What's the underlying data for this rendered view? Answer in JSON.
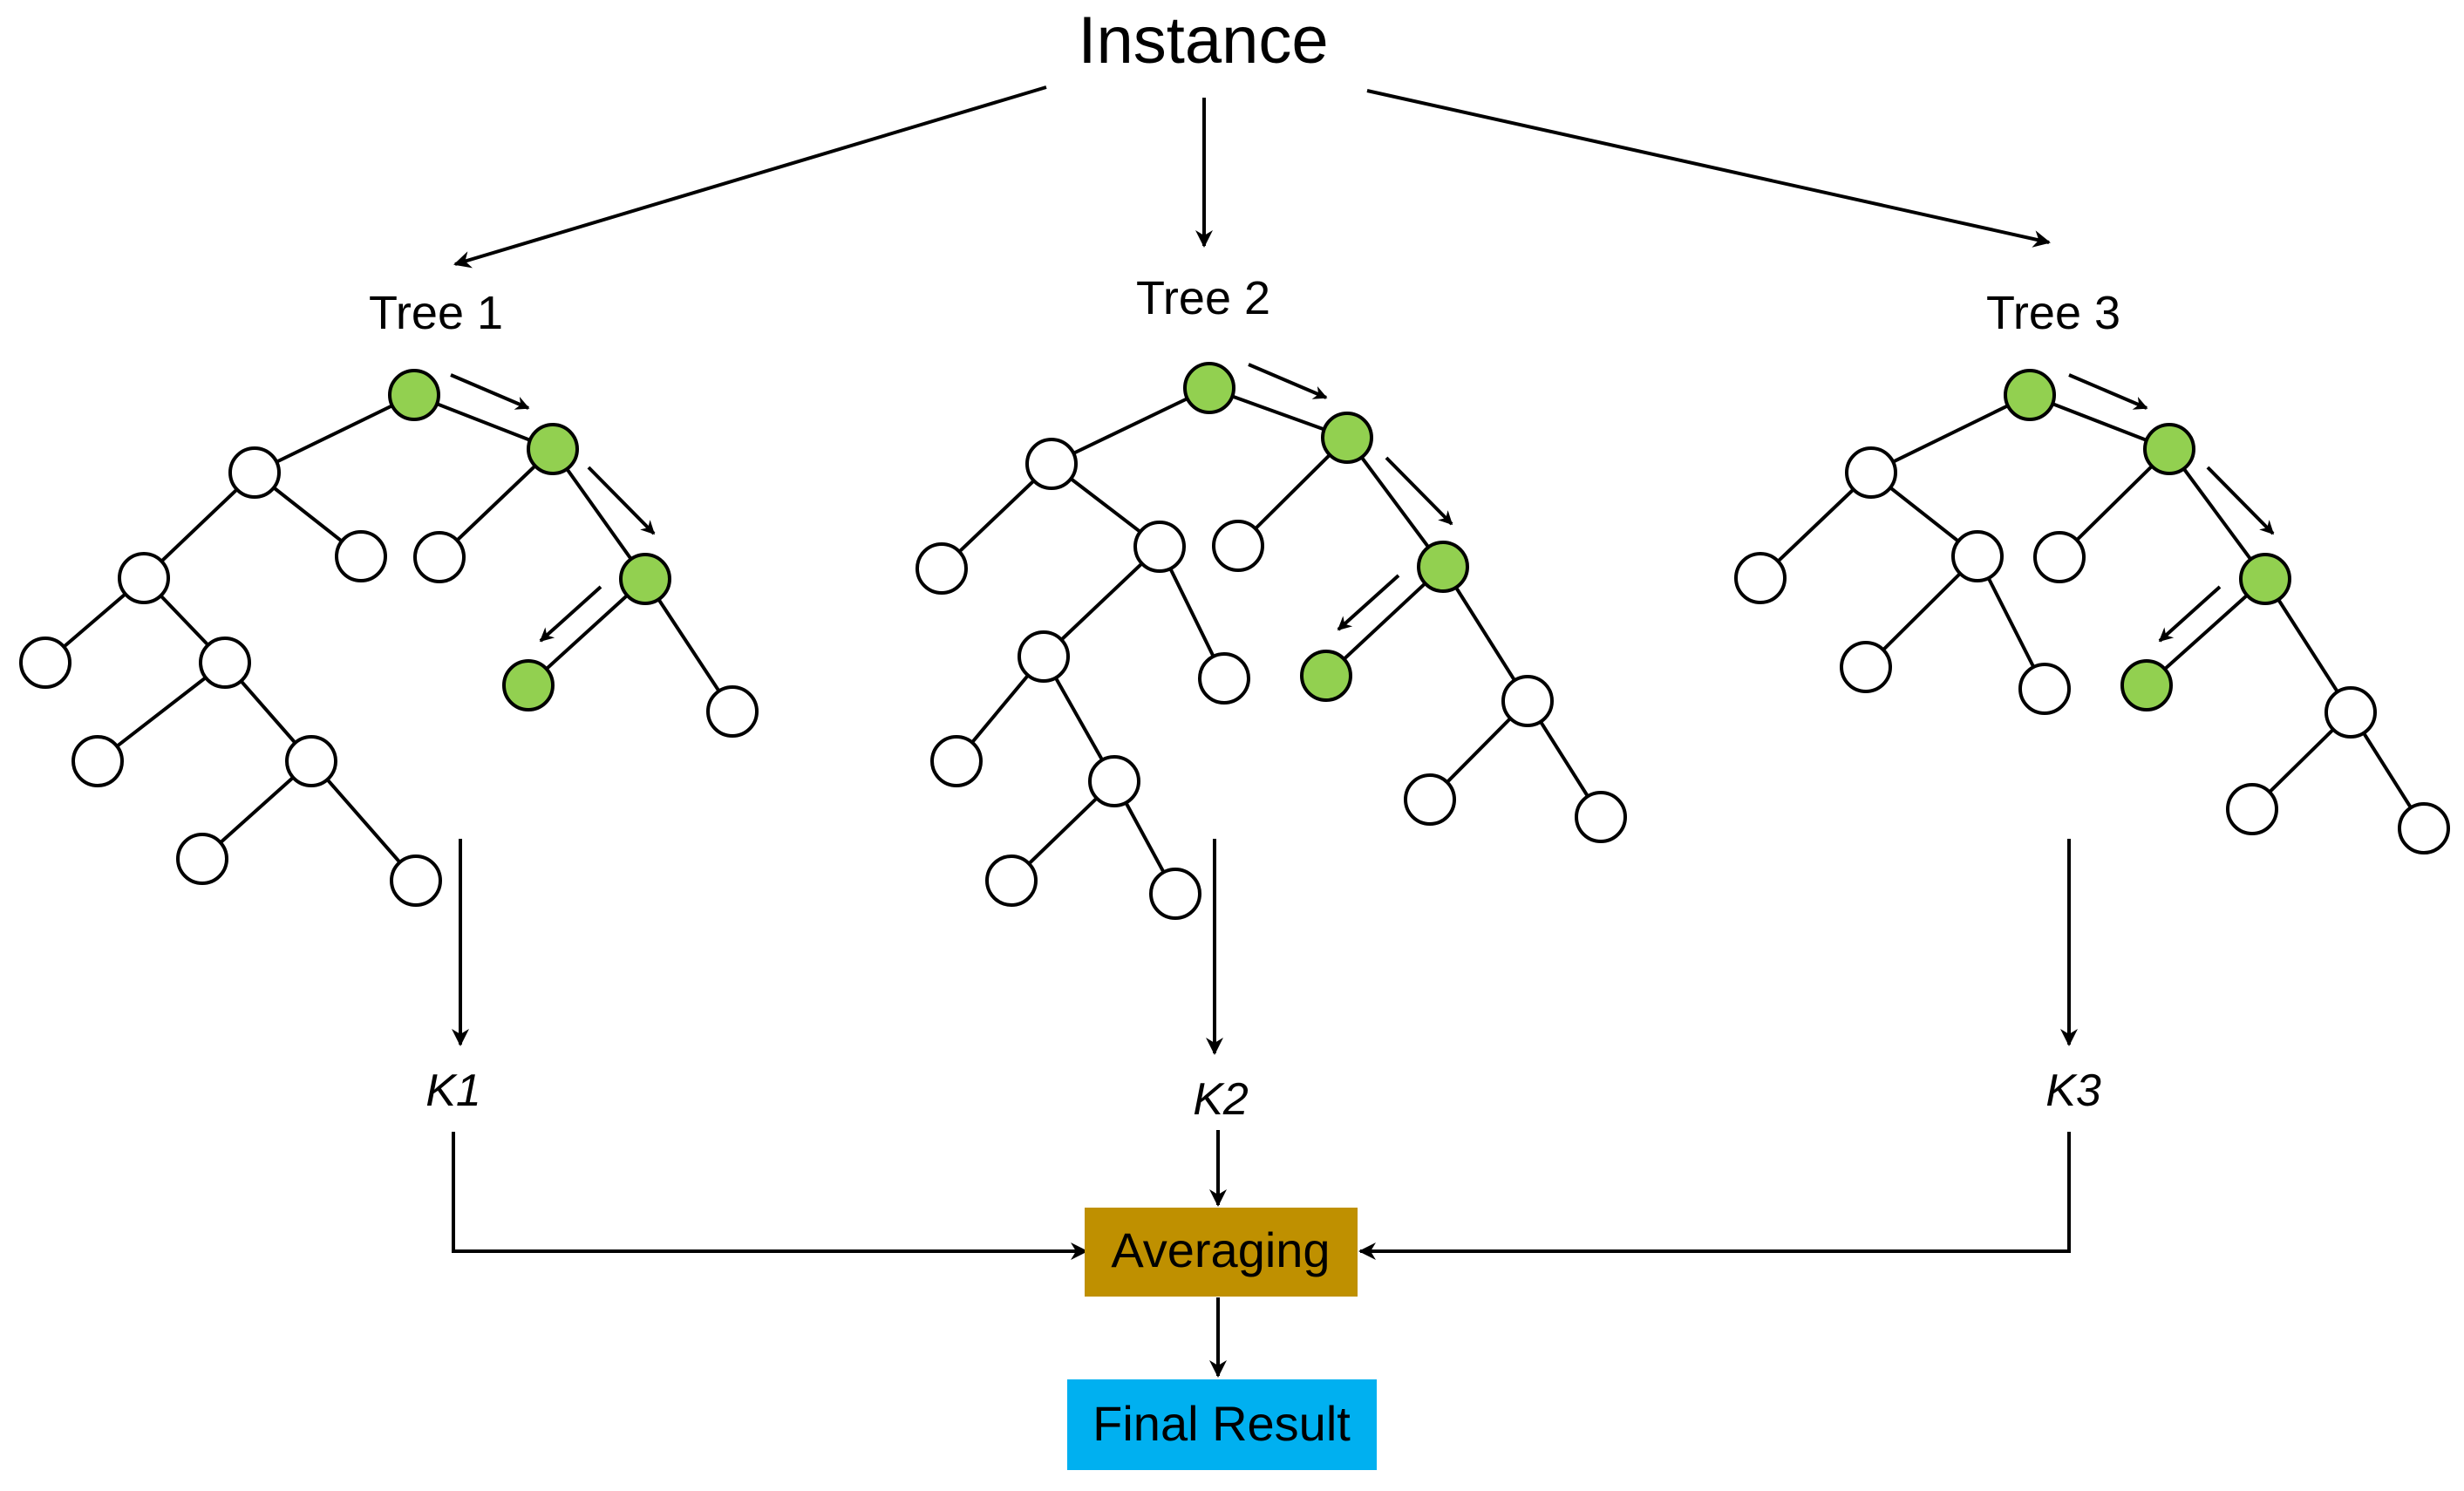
{
  "title": "Instance",
  "trees": [
    {
      "label": "Tree 1",
      "output": "K1"
    },
    {
      "label": "Tree 2",
      "output": "K2"
    },
    {
      "label": "Tree 3",
      "output": "K3"
    }
  ],
  "aggregator": {
    "label": "Averaging",
    "color": "#BF9000"
  },
  "result": {
    "label": "Final Result",
    "color": "#00B0F0"
  },
  "colors": {
    "path_node": "#92D050",
    "node": "#FFFFFF",
    "line": "#000000"
  }
}
